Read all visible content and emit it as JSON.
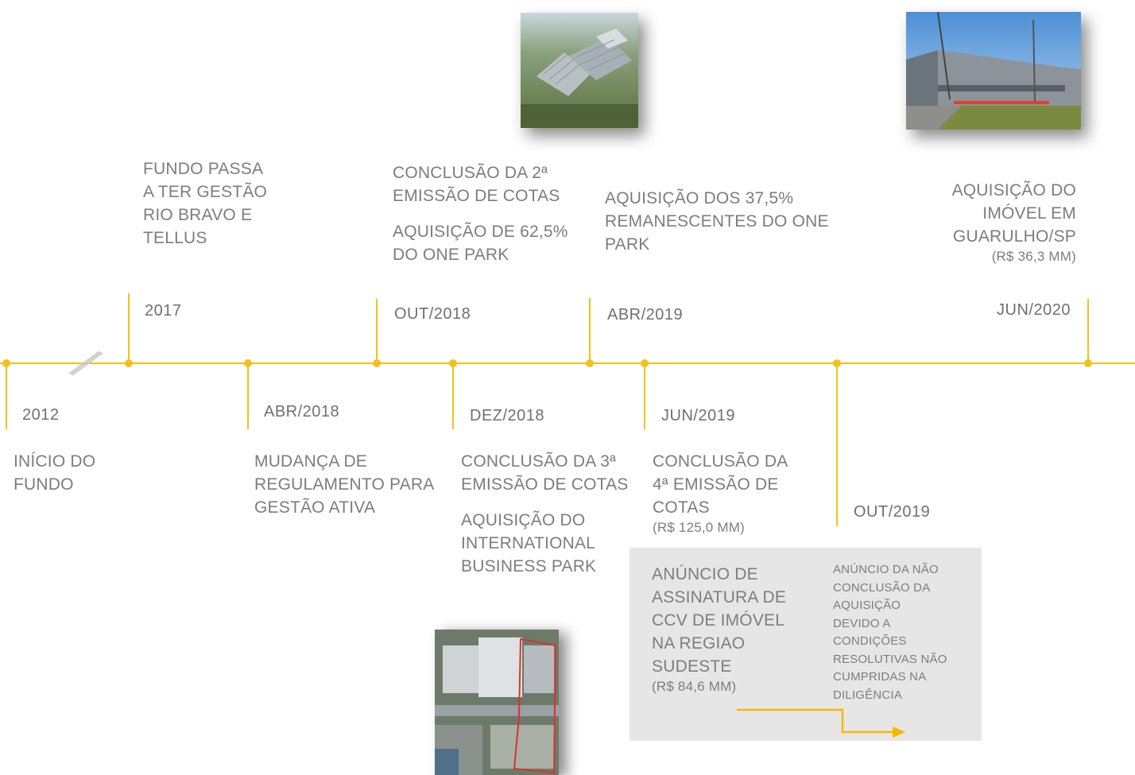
{
  "events": {
    "e2012": {
      "date": "2012",
      "lines": [
        "INÍCIO DO",
        "FUNDO"
      ]
    },
    "e2017": {
      "date": "2017",
      "lines": [
        "FUNDO PASSA",
        "A TER GESTÃO",
        "RIO BRAVO E",
        "TELLUS"
      ]
    },
    "abr2018": {
      "date": "ABR/2018",
      "lines": [
        "MUDANÇA DE",
        "REGULAMENTO PARA",
        "GESTÃO ATIVA"
      ]
    },
    "out2018": {
      "date": "OUT/2018",
      "lines1": [
        "CONCLUSÃO DA 2ª",
        "EMISSÃO DE COTAS"
      ],
      "lines2": [
        "AQUISIÇÃO DE 62,5%",
        "DO ONE PARK"
      ]
    },
    "dez2018": {
      "date": "DEZ/2018",
      "lines1": [
        "CONCLUSÃO DA 3ª",
        "EMISSÃO DE COTAS"
      ],
      "lines2": [
        "AQUISIÇÃO DO",
        "INTERNATIONAL",
        "BUSINESS PARK"
      ]
    },
    "abr2019": {
      "date": "ABR/2019",
      "lines": [
        "AQUISIÇÃO DOS 37,5%",
        "REMANESCENTES DO ONE",
        "PARK"
      ]
    },
    "jun2019": {
      "date": "JUN/2019",
      "lines": [
        "CONCLUSÃO DA",
        "4ª EMISSÃO DE",
        "COTAS"
      ],
      "value": "(R$ 125,0 MM)"
    },
    "out2019": {
      "date": "OUT/2019",
      "lines": [
        "ANÚNCIO DE",
        "ASSINATURA DE",
        "CCV DE IMÓVEL",
        "NA REGIAO",
        "SUDESTE"
      ],
      "value": "(R$ 84,6 MM)",
      "note_lines": [
        "ANÚNCIO DA NÃO",
        "CONCLUSÃO DA",
        "AQUISIÇÃO",
        "DEVIDO A",
        "CONDIÇÕES",
        "RESOLUTIVAS NÃO",
        "CUMPRIDAS NA",
        "DILIGÊNCIA"
      ]
    },
    "jun2020": {
      "date": "JUN/2020",
      "lines": [
        "AQUISIÇÃO DO",
        "IMÓVEL EM",
        "GUARULHO/SP"
      ],
      "value": "(R$ 36,3 MM)"
    }
  },
  "colors": {
    "accent": "#f2c21b",
    "text": "#7d7d7d",
    "box": "#e6e6e6",
    "arrow": "#f5b800"
  },
  "icons": [
    "break-marker-icon",
    "arrow-right-icon"
  ]
}
